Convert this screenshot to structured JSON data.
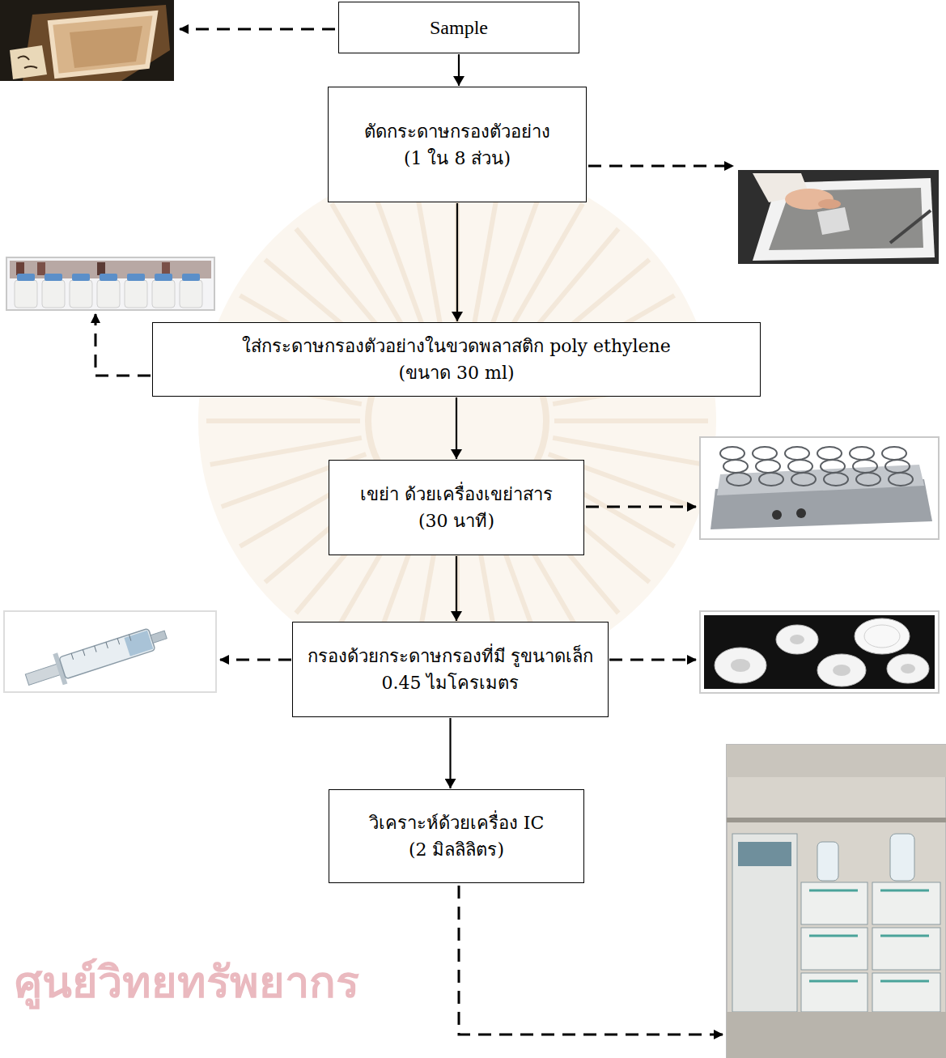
{
  "diagram": {
    "nodes": [
      {
        "text": [
          "Sample"
        ]
      },
      {
        "text": [
          "ตัดกระดาษกรองตัวอย่าง",
          "(1 ใน 8 ส่วน)"
        ]
      },
      {
        "text": [
          "ใส่กระดาษกรองตัวอย่างในขวดพลาสติก poly ethylene",
          "(ขนาด 30 ml)"
        ]
      },
      {
        "text": [
          "เขย่า ด้วยเครื่องเขย่าสาร",
          "(30 นาที)"
        ]
      },
      {
        "text": [
          "กรองด้วยกระดาษกรองที่มี รูขนาดเล็ก 0.45 ไมโครเมตร"
        ]
      },
      {
        "text": [
          "วิเคราะห์ด้วยเครื่อง IC",
          "(2 มิลลิลิตร)"
        ]
      }
    ],
    "edges": [
      {
        "from": 0,
        "to": 1,
        "arrow": "to"
      },
      {
        "from": 1,
        "to": 2,
        "arrow": "to"
      },
      {
        "from": 2,
        "to": 3,
        "arrow": "to"
      },
      {
        "from": 3,
        "to": 4,
        "arrow": "to"
      },
      {
        "from": 4,
        "to": 5,
        "arrow": "to"
      }
    ],
    "labels": [
      "ศูนย์วิทยทรัพยากร"
    ]
  }
}
